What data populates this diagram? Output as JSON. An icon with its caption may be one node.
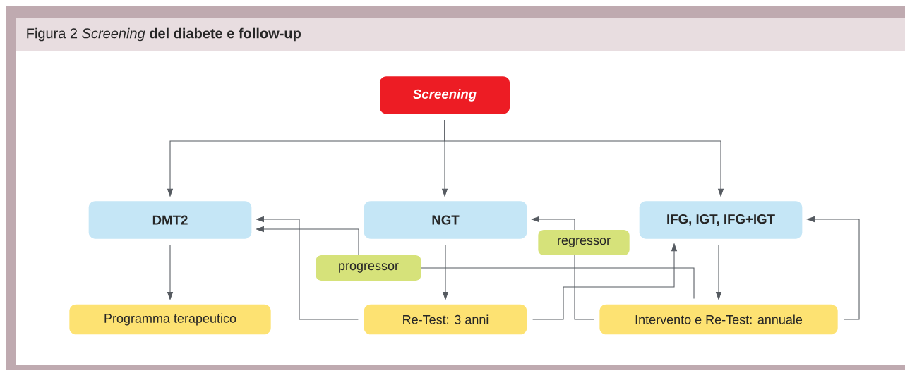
{
  "diagram": {
    "title": "Figura 2 *Screening* **del diabete e follow-up**",
    "nodes": [
      {
        "text": [
          "Screening"
        ]
      },
      {
        "text": [
          "DMT2"
        ]
      },
      {
        "text": [
          "NGT"
        ]
      },
      {
        "text": [
          "IFG, IGT, IFG+IGT"
        ]
      },
      {
        "text": [
          "Programma terapeutico"
        ]
      },
      {
        "text": [
          "Re-Test: 3 anni"
        ]
      },
      {
        "text": [
          "Intervento e Re-Test: annuale"
        ]
      }
    ],
    "edges": [
      {
        "from": 0,
        "to": 1,
        "arrow": "to"
      },
      {
        "from": 0,
        "to": 2,
        "arrow": "to"
      },
      {
        "from": 0,
        "to": 3,
        "arrow": "to"
      },
      {
        "from": 1,
        "to": 4,
        "arrow": "to"
      },
      {
        "from": 2,
        "to": 5,
        "arrow": "to"
      },
      {
        "from": 3,
        "to": 6,
        "arrow": "to"
      },
      {
        "from": 5,
        "to": 1,
        "arrow": "to"
      },
      {
        "from": 6,
        "to": 1,
        "arrow": "to",
        "label": "progressor"
      },
      {
        "from": 6,
        "to": 2,
        "arrow": "to",
        "label": "regressor"
      },
      {
        "from": 5,
        "to": 3,
        "arrow": "to"
      },
      {
        "from": 6,
        "to": 3,
        "arrow": "to"
      }
    ]
  }
}
